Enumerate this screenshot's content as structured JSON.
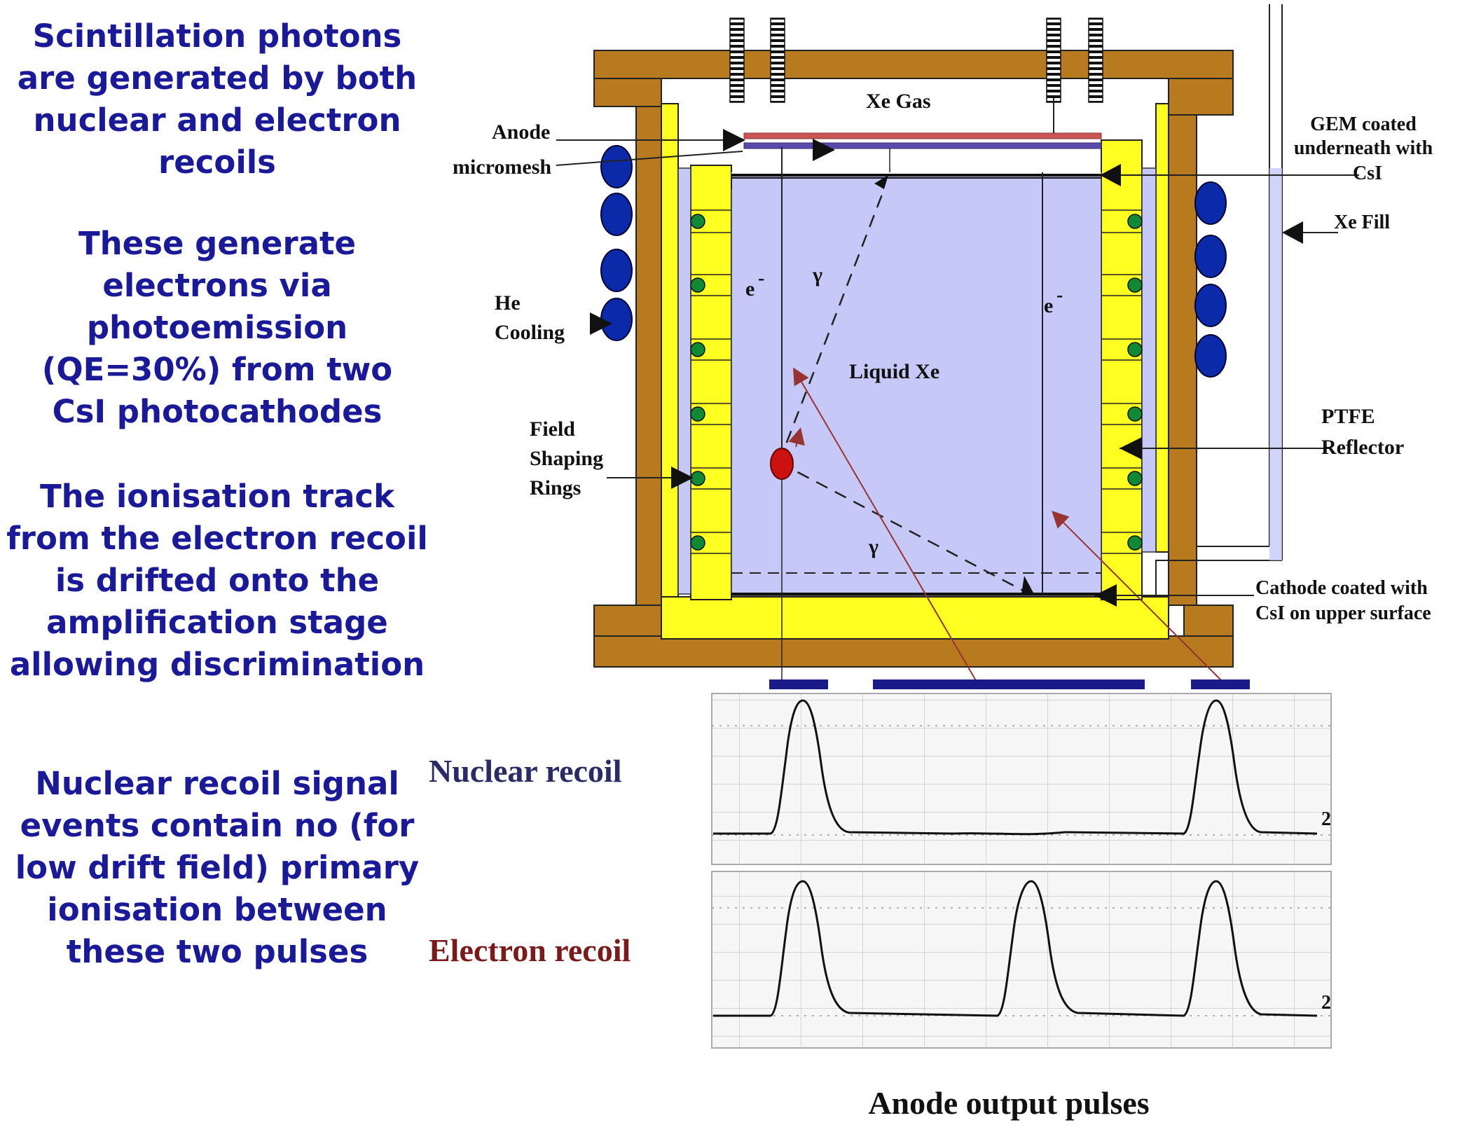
{
  "text_blocks": {
    "scintillation": "Scintillation photons\nare generated by both\nnuclear and electron\nrecoils",
    "photoemission": "These generate\nelectrons via\nphotoemission\n(QE=30%) from two\nCsI photocathodes",
    "ionisation": "The ionisation track\nfrom the electron recoil\nis drifted onto the\namplification stage\nallowing discrimination",
    "nuclear_signal": "Nuclear recoil signal\nevents contain no (for\nlow drift field) primary\nionisation between\nthese two pulses"
  },
  "labels": {
    "xe_gas": "Xe Gas",
    "anode": "Anode",
    "micromesh": "micromesh",
    "he": "He",
    "cooling": "Cooling",
    "field": "Field",
    "shaping": "Shaping",
    "rings": "Rings",
    "liquid_xe": "Liquid Xe",
    "gem_line1": "GEM coated",
    "gem_line2": "underneath with",
    "gem_line3": "CsI",
    "xe_fill": "Xe Fill",
    "ptfe": "PTFE",
    "reflector": "Reflector",
    "cathode_line1": "Cathode coated with",
    "cathode_line2": "CsI on upper surface",
    "electron_symbol": "e",
    "electron_sup": "-",
    "gamma": "γ",
    "scope_marker": "2"
  },
  "traces": {
    "nuclear_label": "Nuclear recoil",
    "electron_label": "Electron recoil",
    "axis_label": "Anode output pulses",
    "nuclear_peaks": 2,
    "electron_peaks": 3
  },
  "colors": {
    "text_blue": "#1a1a99",
    "wall_brown": "#b87a1e",
    "yellow": "#ffff22",
    "liquid": "#c6c9f7",
    "coil_blue": "#0a2aaa",
    "nuclear_label": "#2a2a66",
    "electron_label": "#7a1a1a",
    "track_red": "#992222",
    "pulse_bar": "#1a1a88"
  }
}
